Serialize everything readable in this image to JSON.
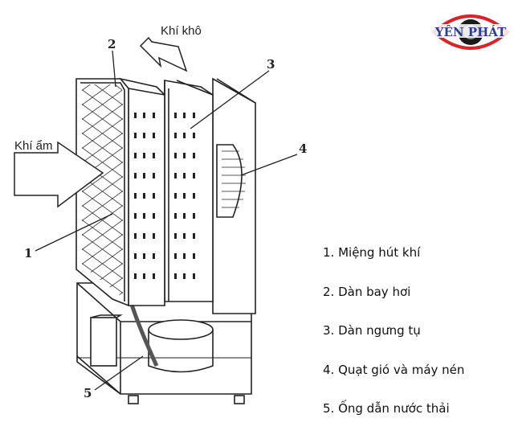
{
  "logo": {
    "text": "YÊN PHÁT",
    "colors": {
      "ring": "#d6262b",
      "eye": "#1a1a1a",
      "text": "#2a3f8f"
    }
  },
  "diagram": {
    "airflow": {
      "dry_air": "Khí khô",
      "humid_air": "Khí ẩm"
    },
    "callouts": [
      "1",
      "2",
      "3",
      "4",
      "5"
    ]
  },
  "legend": [
    "1. Miệng hút khí",
    "2. Dàn bay hơi",
    "3. Dàn ngưng tụ",
    "4. Quạt gió và máy nén",
    "5. Ống dẫn nước thải"
  ]
}
